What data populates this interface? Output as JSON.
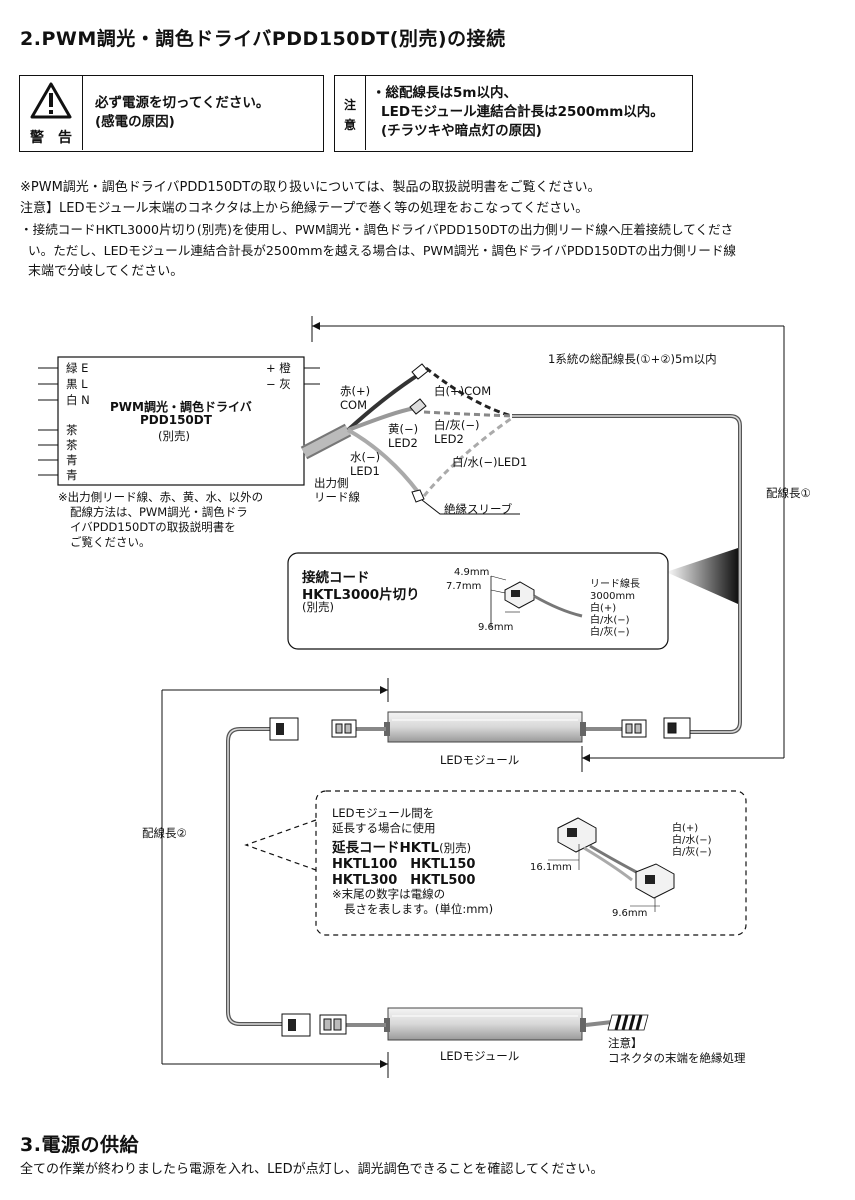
{
  "section2": {
    "title": "2.PWM調光・調色ドライバPDD150DT(別売)の接続"
  },
  "warning_box": {
    "label": "警　告",
    "lines": [
      "必ず電源を切ってください。",
      "(感電の原因)"
    ]
  },
  "caution_box": {
    "label_1": "注",
    "label_2": "意",
    "lines": [
      "・総配線長は5m以内、",
      "LEDモジュール連結合計長は2500mm以内。",
      "(チラツキや暗点灯の原因)"
    ]
  },
  "notes": [
    "※PWM調光・調色ドライバPDD150DTの取り扱いについては、製品の取扱説明書をご覧ください。",
    "注意】LEDモジュール末端のコネクタは上から絶縁テープで巻く等の処理をおこなってください。",
    "・接続コードHKTL3000片切り(別売)を使用し、PWM調光・調色ドライバPDD150DTの出力側リード線へ圧着接続してくださ",
    "い。ただし、LEDモジュール連結合計長が2500mmを越える場合は、PWM調光・調色ドライバPDD150DTの出力側リード線",
    "末端で分岐してください。"
  ],
  "driver": {
    "title_1": "PWM調光・調色ドライバ",
    "title_2": "PDD150DT",
    "title_3": "(別売)",
    "left_terminals": [
      "緑 E",
      "黒 L",
      "白 N",
      "茶",
      "茶",
      "青",
      "青"
    ],
    "right_terminals": [
      "+ 橙",
      "− 灰"
    ],
    "footnote": [
      "※出力側リード線、赤、黄、水、以外の",
      "配線方法は、PWM調光・調色ドラ",
      "イバPDD150DTの取扱説明書を",
      "ご覧ください。"
    ]
  },
  "wire_labels": {
    "red": [
      "赤(+)",
      "COM"
    ],
    "white_com": "白(+)COM",
    "yellow": [
      "黄(−)",
      "LED2"
    ],
    "white_gray": [
      "白/灰(−)",
      "LED2"
    ],
    "blue": [
      "水(−)",
      "LED1"
    ],
    "white_blue": "白/水(−)LED1",
    "output_side": [
      "出力側",
      "リード線"
    ],
    "sleeve": "絶縁スリーブ"
  },
  "total_length": "1系統の総配線長(①+②)5m以内",
  "wiring_length_1": "配線長①",
  "wiring_length_2": "配線長②",
  "connection_cord": {
    "title_1": "接続コード",
    "title_2": "HKTL3000片切り",
    "title_3": "(別売)",
    "dim_1": "4.9mm",
    "dim_2": "7.7mm",
    "dim_3": "9.6mm",
    "lead_info": [
      "リード線長",
      "3000mm",
      "白(+)",
      "白/水(−)",
      "白/灰(−)"
    ]
  },
  "led_module_label": "LEDモジュール",
  "extension_cord": {
    "lines_top": [
      "LEDモジュール間を",
      "延長する場合に使用"
    ],
    "title": "延長コードHKTL",
    "title_suffix": "(別売)",
    "models_1": "HKTL100　HKTL150",
    "models_2": "HKTL300　HKTL500",
    "note": [
      "※末尾の数字は電線の",
      "長さを表します。(単位:mm)"
    ],
    "dim_1": "16.1mm",
    "dim_2": "9.6mm",
    "wires": [
      "白(+)",
      "白/水(−)",
      "白/灰(−)"
    ]
  },
  "end_note": [
    "注意】",
    "コネクタの末端を絶縁処理"
  ],
  "section3": {
    "title": "3.電源の供給",
    "body": "全ての作業が終わりましたら電源を入れ、LEDが点灯し、調光調色できることを確認してください。"
  }
}
